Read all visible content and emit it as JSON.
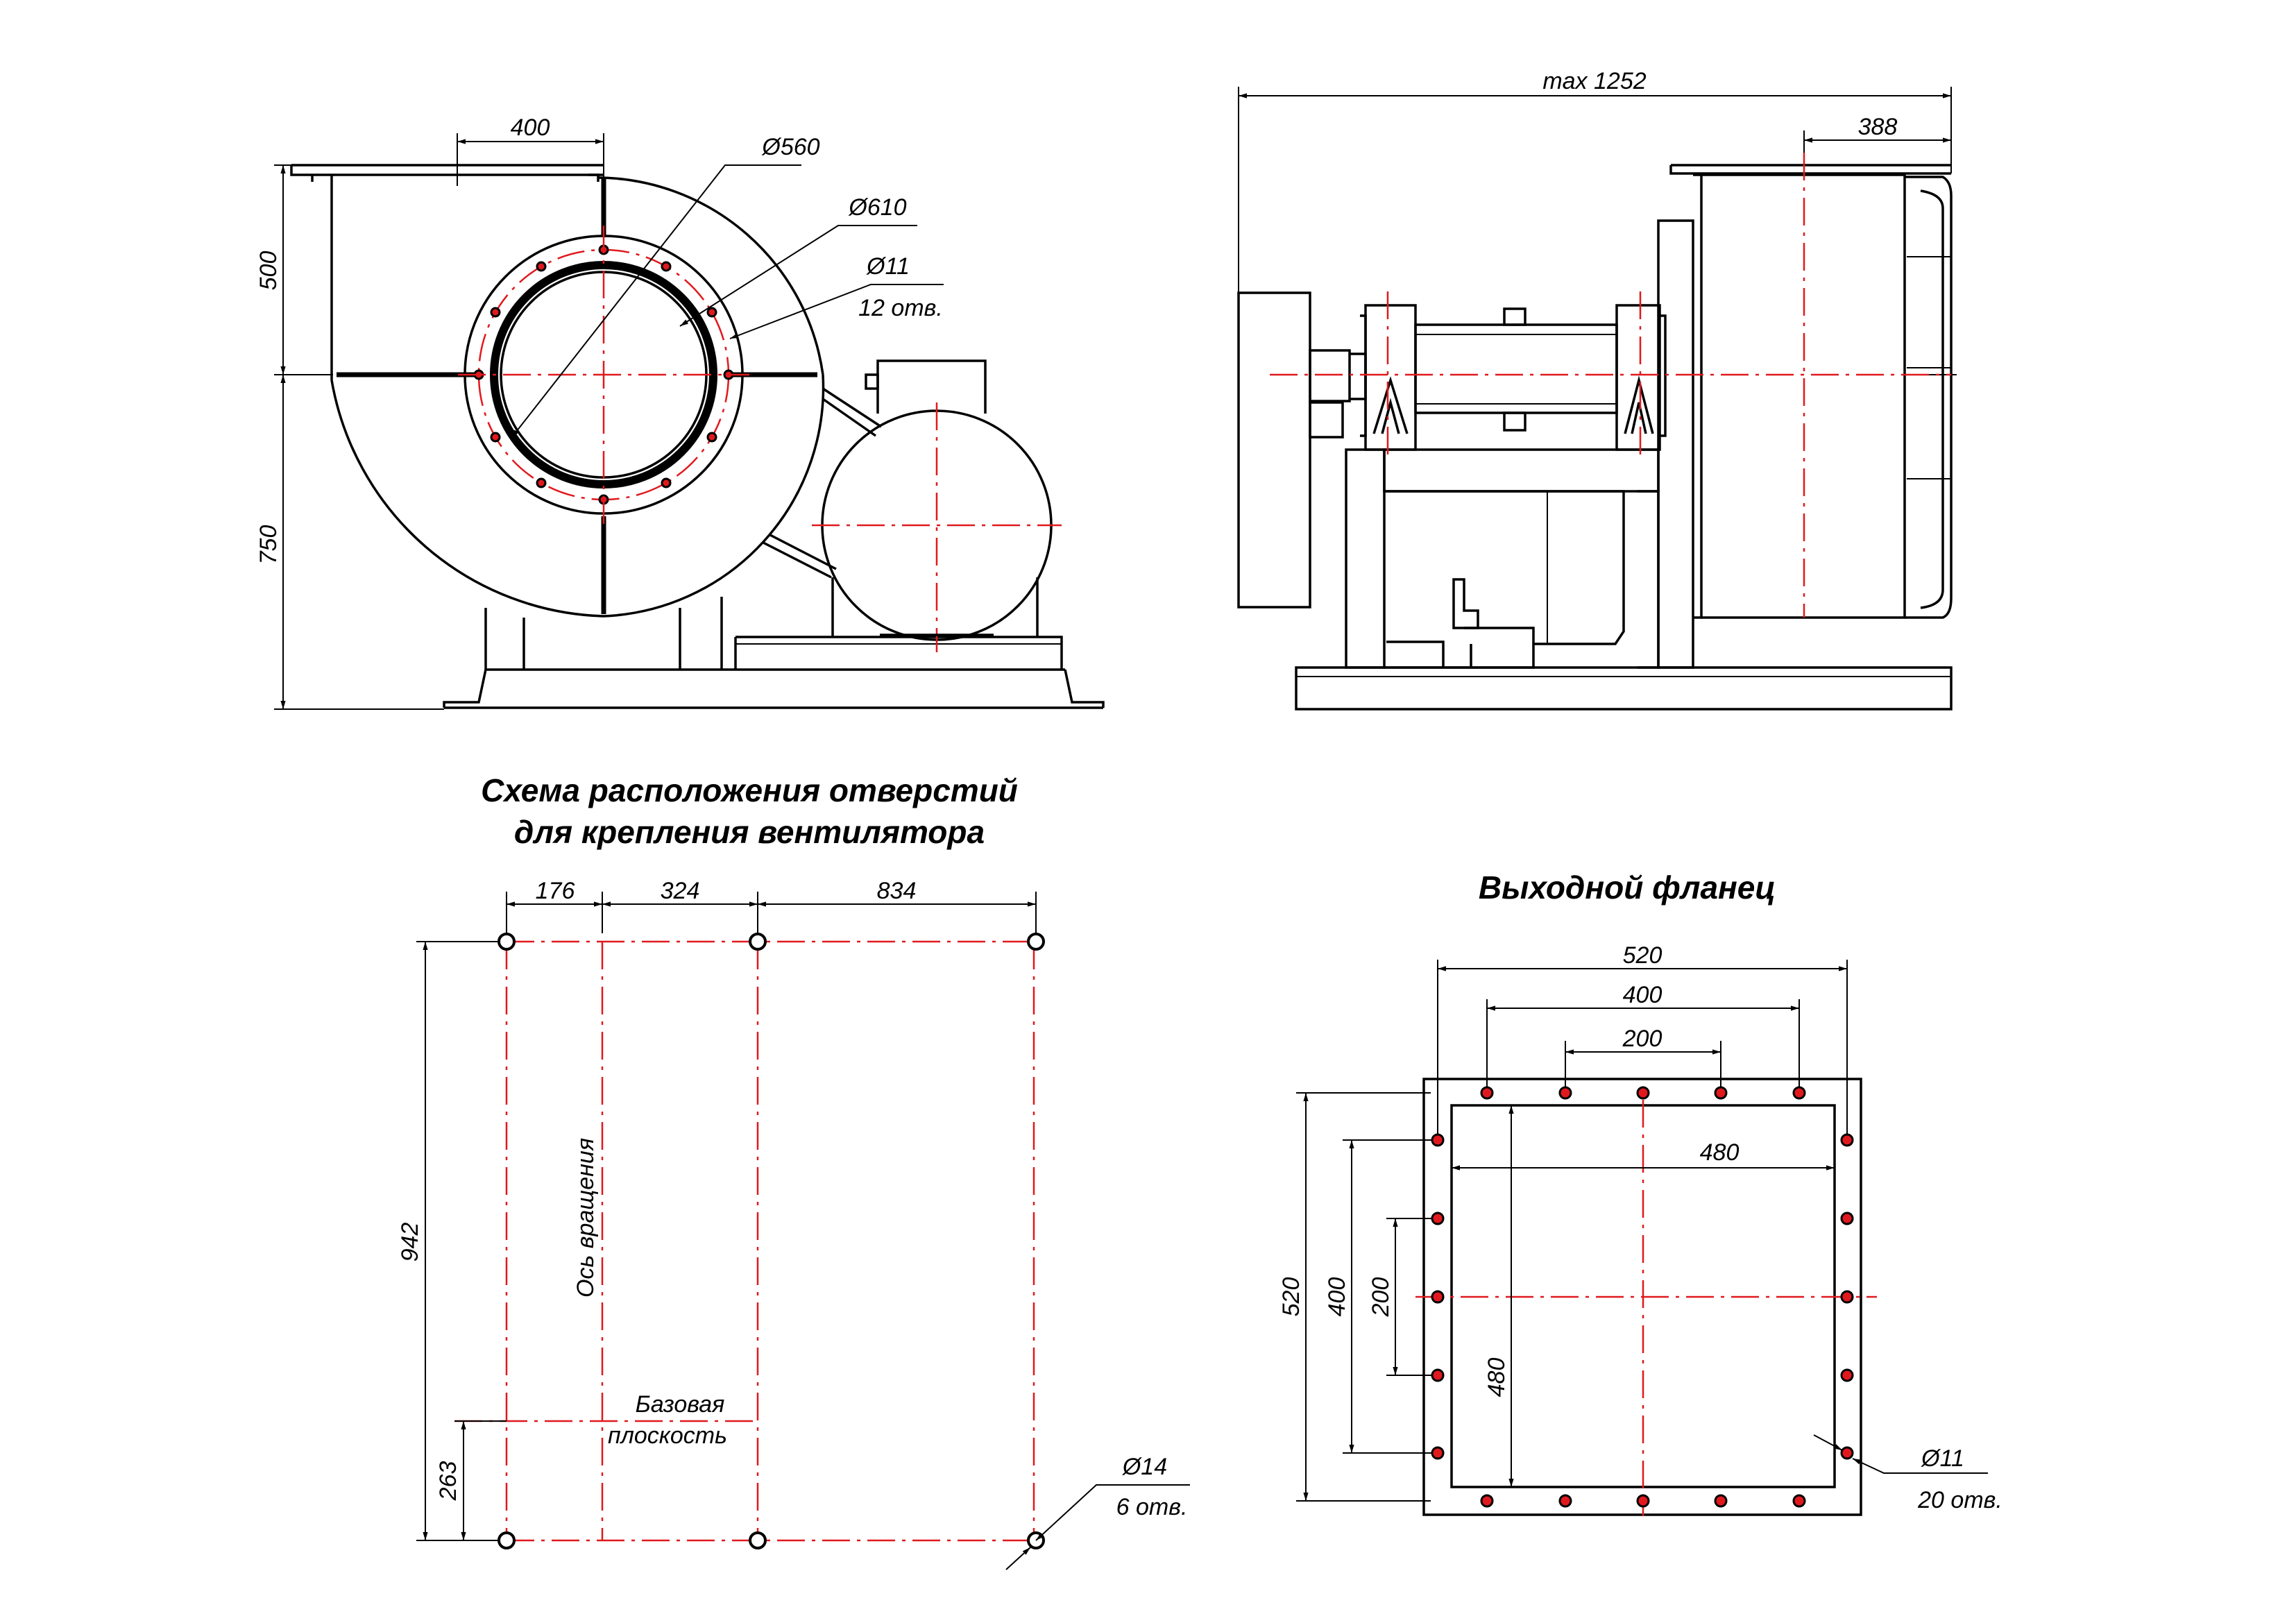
{
  "colors": {
    "line": "#000000",
    "axis": "#e0191e",
    "hole_fill": "#e0191e",
    "background": "#ffffff"
  },
  "front_view": {
    "dim_top": "400",
    "dim_upper": "500",
    "dim_lower": "750",
    "dim_d560": "Ø560",
    "dim_d610": "Ø610",
    "dim_hole": "Ø11",
    "dim_hole_count": "12 отв."
  },
  "side_view": {
    "dim_max": "max 1252",
    "dim_outlet": "388"
  },
  "hole_layout": {
    "title_line1": "Схема расположения отверстий",
    "title_line2": "для крепления вентилятора",
    "dim_a": "176",
    "dim_b": "324",
    "dim_c": "834",
    "dim_height": "942",
    "dim_base": "263",
    "axis_label": "Ось вращения",
    "base_label_line1": "Базовая",
    "base_label_line2": "плоскость",
    "hole_dia": "Ø14",
    "hole_count": "6 отв."
  },
  "outlet_flange": {
    "title": "Выходной фланец",
    "dim_outer_w": "520",
    "dim_holes_w": "400",
    "dim_holes_mid": "200",
    "dim_inner_w": "480",
    "dim_outer_h": "520",
    "dim_holes_h": "400",
    "dim_holes_mid_h": "200",
    "dim_inner_h": "480",
    "hole_dia": "Ø11",
    "hole_count": "20 отв."
  }
}
